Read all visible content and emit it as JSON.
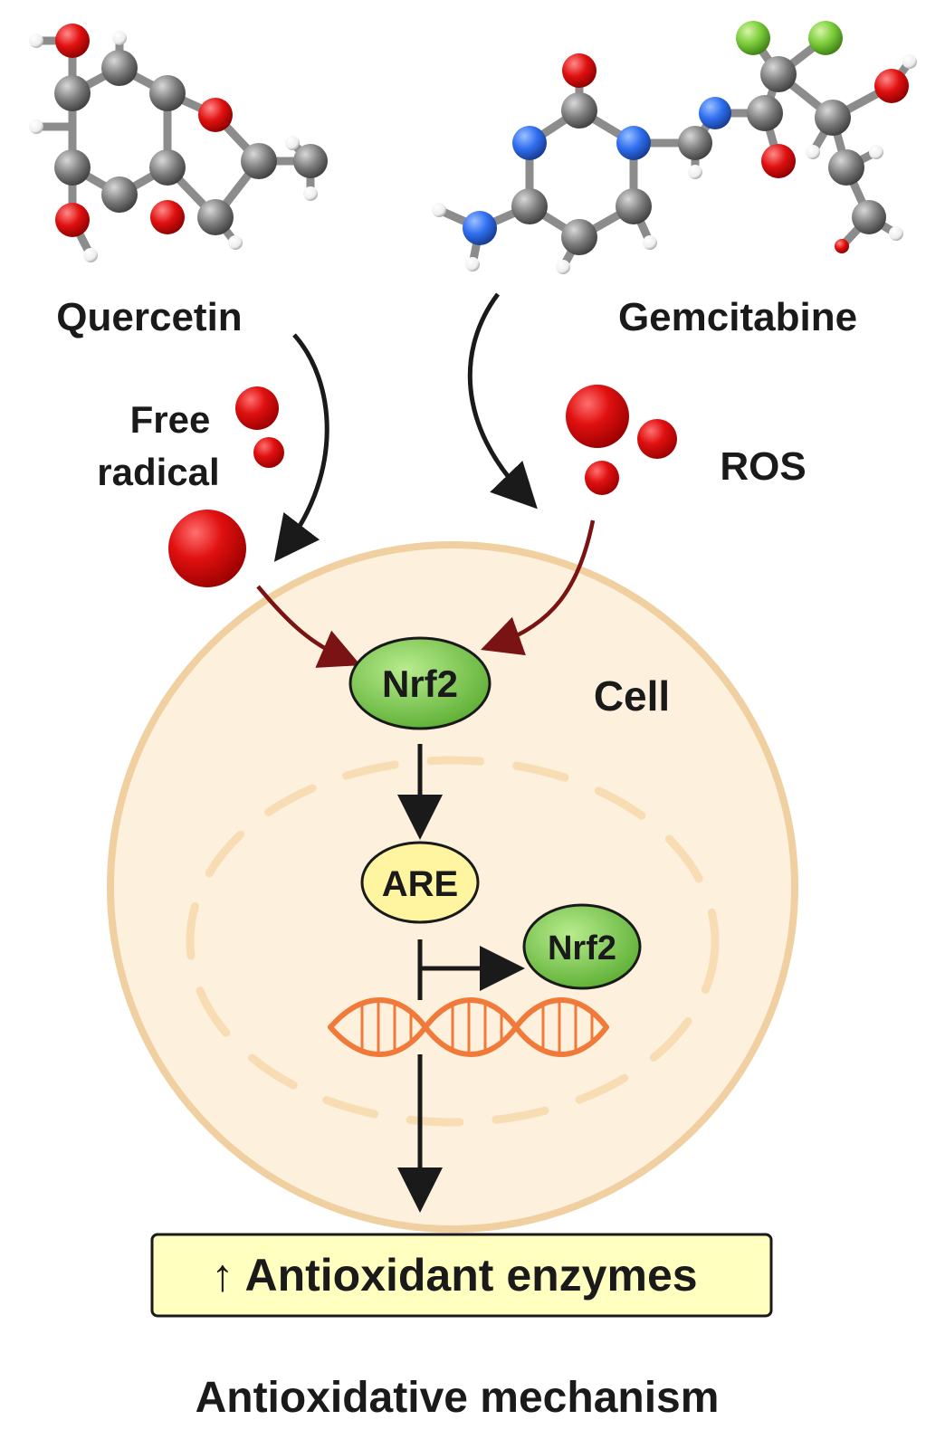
{
  "molecules": {
    "left_name": "Quercetin",
    "right_name": "Gemcitabine"
  },
  "labels": {
    "free_radical_line1": "Free",
    "free_radical_line2": "radical",
    "ros": "ROS",
    "cell": "Cell",
    "nrf2_cytoplasm": "Nrf2",
    "are": "ARE",
    "nrf2_nucleus": "Nrf2",
    "result_box": "↑ Antioxidant enzymes",
    "mechanism_title": "Antioxidative mechanism"
  },
  "colors": {
    "cell_fill": "#fdf0dd",
    "cell_border": "#f0cfa0",
    "nucleus_dash": "#f8dcb4",
    "nrf2_fill": "#7ec850",
    "are_fill": "#fff5a0",
    "dna": "#f07a3a",
    "radical": "#e01010",
    "radical_arrow": "#7a1414",
    "result_fill": "#ffffc0"
  },
  "atom_colors": {
    "carbon": "#7a7a7a",
    "oxygen": "#e01010",
    "hydrogen": "#ffffff",
    "nitrogen": "#2f6ff0",
    "fluorine": "#7ccd3a"
  }
}
